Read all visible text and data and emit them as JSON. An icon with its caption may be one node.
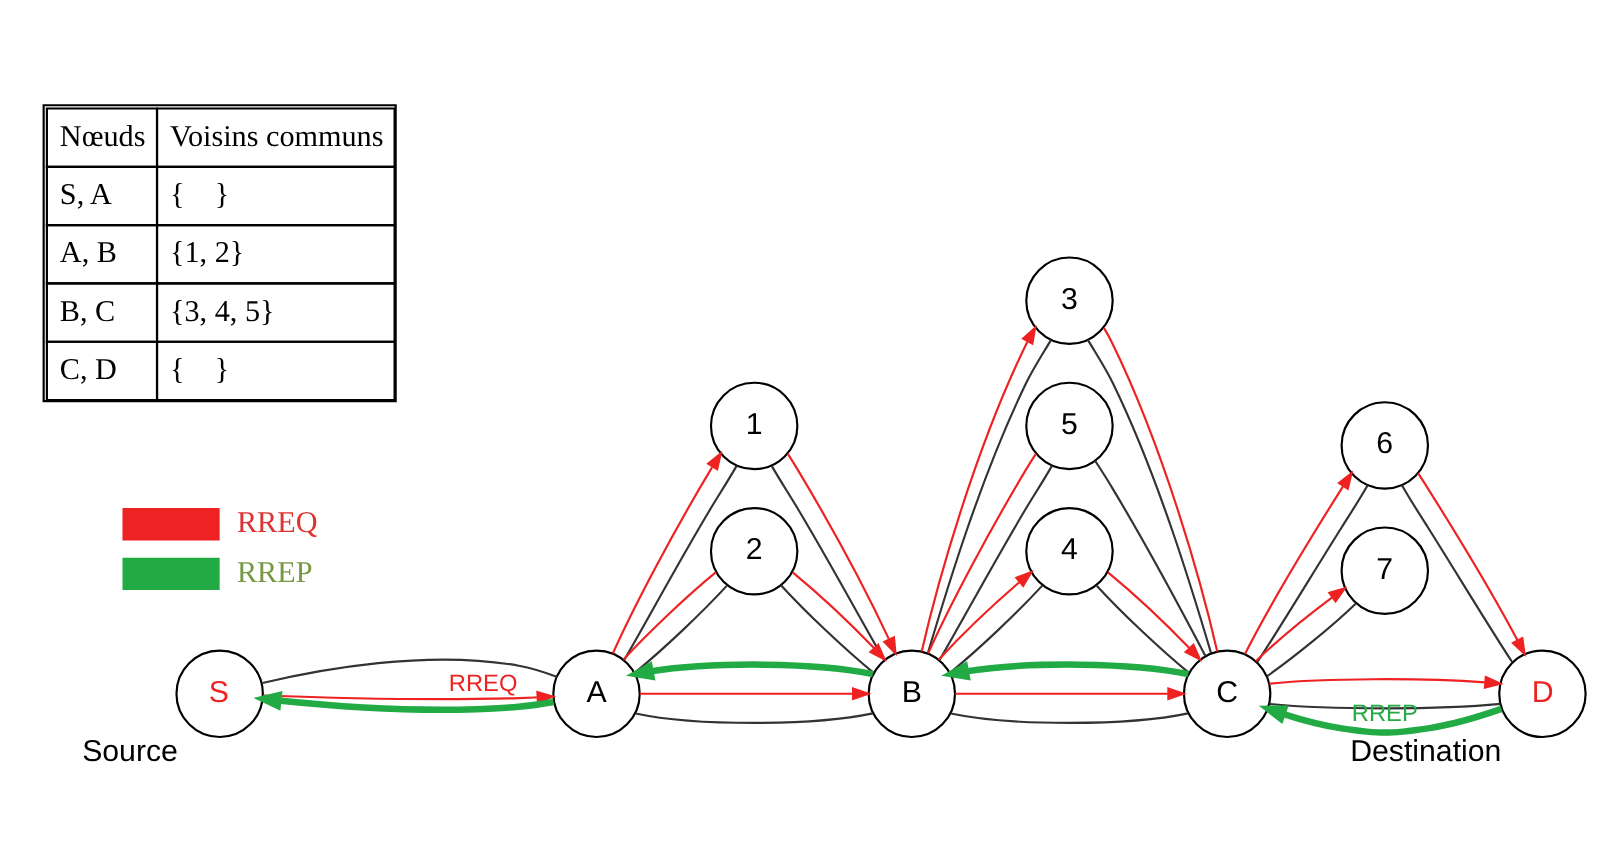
{
  "diagram": {
    "nodes": [
      {
        "text": [
          "S"
        ],
        "beside": [
          "Source"
        ]
      },
      {
        "text": [
          "A"
        ]
      },
      {
        "text": [
          "1"
        ]
      },
      {
        "text": [
          "2"
        ]
      },
      {
        "text": [
          "B"
        ]
      },
      {
        "text": [
          "3"
        ]
      },
      {
        "text": [
          "5"
        ]
      },
      {
        "text": [
          "4"
        ]
      },
      {
        "text": [
          "C"
        ]
      },
      {
        "text": [
          "6"
        ]
      },
      {
        "text": [
          "7"
        ]
      },
      {
        "text": [
          "D"
        ],
        "beside": [
          "Destination"
        ]
      }
    ],
    "edges": [
      {
        "from": 0,
        "to": 1,
        "arrow": "none"
      },
      {
        "from": 1,
        "to": 2,
        "arrow": "none"
      },
      {
        "from": 1,
        "to": 3,
        "arrow": "none"
      },
      {
        "from": 1,
        "to": 4,
        "arrow": "none"
      },
      {
        "from": 2,
        "to": 4,
        "arrow": "none"
      },
      {
        "from": 3,
        "to": 4,
        "arrow": "none"
      },
      {
        "from": 4,
        "to": 5,
        "arrow": "none"
      },
      {
        "from": 4,
        "to": 6,
        "arrow": "none"
      },
      {
        "from": 4,
        "to": 8,
        "arrow": "none"
      },
      {
        "from": 4,
        "to": 7,
        "arrow": "none"
      },
      {
        "from": 5,
        "to": 8,
        "arrow": "none"
      },
      {
        "from": 6,
        "to": 8,
        "arrow": "none"
      },
      {
        "from": 7,
        "to": 8,
        "arrow": "none"
      },
      {
        "from": 8,
        "to": 9,
        "arrow": "none"
      },
      {
        "from": 8,
        "to": 11,
        "arrow": "none"
      },
      {
        "from": 8,
        "to": 10,
        "arrow": "none"
      },
      {
        "from": 9,
        "to": 11,
        "arrow": "none"
      },
      {
        "from": 0,
        "to": 1,
        "arrow": "to",
        "label": "RREQ",
        "color": "#ee2222"
      },
      {
        "from": 1,
        "to": 2,
        "arrow": "to",
        "color": "#ee2222"
      },
      {
        "from": 1,
        "to": 3,
        "arrow": "none",
        "color": "#ee2222"
      },
      {
        "from": 1,
        "to": 4,
        "arrow": "to",
        "color": "#ee2222"
      },
      {
        "from": 2,
        "to": 4,
        "arrow": "to",
        "color": "#ee2222"
      },
      {
        "from": 3,
        "to": 4,
        "arrow": "to",
        "color": "#ee2222"
      },
      {
        "from": 4,
        "to": 5,
        "arrow": "to",
        "color": "#ee2222"
      },
      {
        "from": 4,
        "to": 6,
        "arrow": "none",
        "color": "#ee2222"
      },
      {
        "from": 4,
        "to": 8,
        "arrow": "to",
        "color": "#ee2222"
      },
      {
        "from": 4,
        "to": 7,
        "arrow": "to",
        "color": "#ee2222"
      },
      {
        "from": 5,
        "to": 8,
        "arrow": "none",
        "color": "#ee2222"
      },
      {
        "from": 7,
        "to": 8,
        "arrow": "to",
        "color": "#ee2222"
      },
      {
        "from": 8,
        "to": 9,
        "arrow": "to",
        "color": "#ee2222"
      },
      {
        "from": 8,
        "to": 11,
        "arrow": "to",
        "color": "#ee2222"
      },
      {
        "from": 8,
        "to": 10,
        "arrow": "to",
        "color": "#ee2222"
      },
      {
        "from": 9,
        "to": 11,
        "arrow": "to",
        "color": "#ee2222"
      },
      {
        "from": 1,
        "to": 0,
        "arrow": "to",
        "style": "thick",
        "color": "#22aa44"
      },
      {
        "from": 4,
        "to": 1,
        "arrow": "to",
        "style": "thick",
        "color": "#22aa44"
      },
      {
        "from": 8,
        "to": 4,
        "arrow": "to",
        "style": "thick",
        "color": "#22aa44"
      },
      {
        "from": 11,
        "to": 8,
        "arrow": "to",
        "label": "RREP",
        "style": "thick",
        "color": "#22aa44"
      }
    ],
    "labels": [
      "Nœuds",
      "Voisins communs",
      "S, A",
      "{    }",
      "A, B",
      "{1, 2}",
      "B, C",
      "{3, 4, 5}",
      "C, D",
      "{    }"
    ],
    "legend": [
      {
        "text": "RREQ"
      },
      {
        "text": "RREP"
      }
    ]
  }
}
